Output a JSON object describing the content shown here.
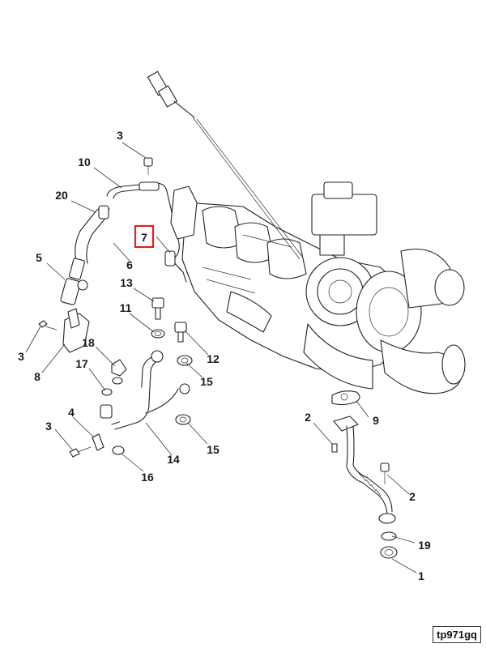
{
  "callouts": [
    {
      "id": "1",
      "label": "1"
    },
    {
      "id": "2a",
      "label": "2"
    },
    {
      "id": "2b",
      "label": "2"
    },
    {
      "id": "3a",
      "label": "3"
    },
    {
      "id": "3b",
      "label": "3"
    },
    {
      "id": "3c",
      "label": "3"
    },
    {
      "id": "4",
      "label": "4"
    },
    {
      "id": "5",
      "label": "5"
    },
    {
      "id": "6",
      "label": "6"
    },
    {
      "id": "7",
      "label": "7"
    },
    {
      "id": "8",
      "label": "8"
    },
    {
      "id": "9",
      "label": "9"
    },
    {
      "id": "10",
      "label": "10"
    },
    {
      "id": "11",
      "label": "11"
    },
    {
      "id": "12",
      "label": "12"
    },
    {
      "id": "13",
      "label": "13"
    },
    {
      "id": "14",
      "label": "14"
    },
    {
      "id": "15a",
      "label": "15"
    },
    {
      "id": "15b",
      "label": "15"
    },
    {
      "id": "16",
      "label": "16"
    },
    {
      "id": "17",
      "label": "17"
    },
    {
      "id": "18",
      "label": "18"
    },
    {
      "id": "19",
      "label": "19"
    },
    {
      "id": "20",
      "label": "20"
    }
  ],
  "highlight_label": "7",
  "highlight_color": "#e02020",
  "ref_code": "tp971gq"
}
